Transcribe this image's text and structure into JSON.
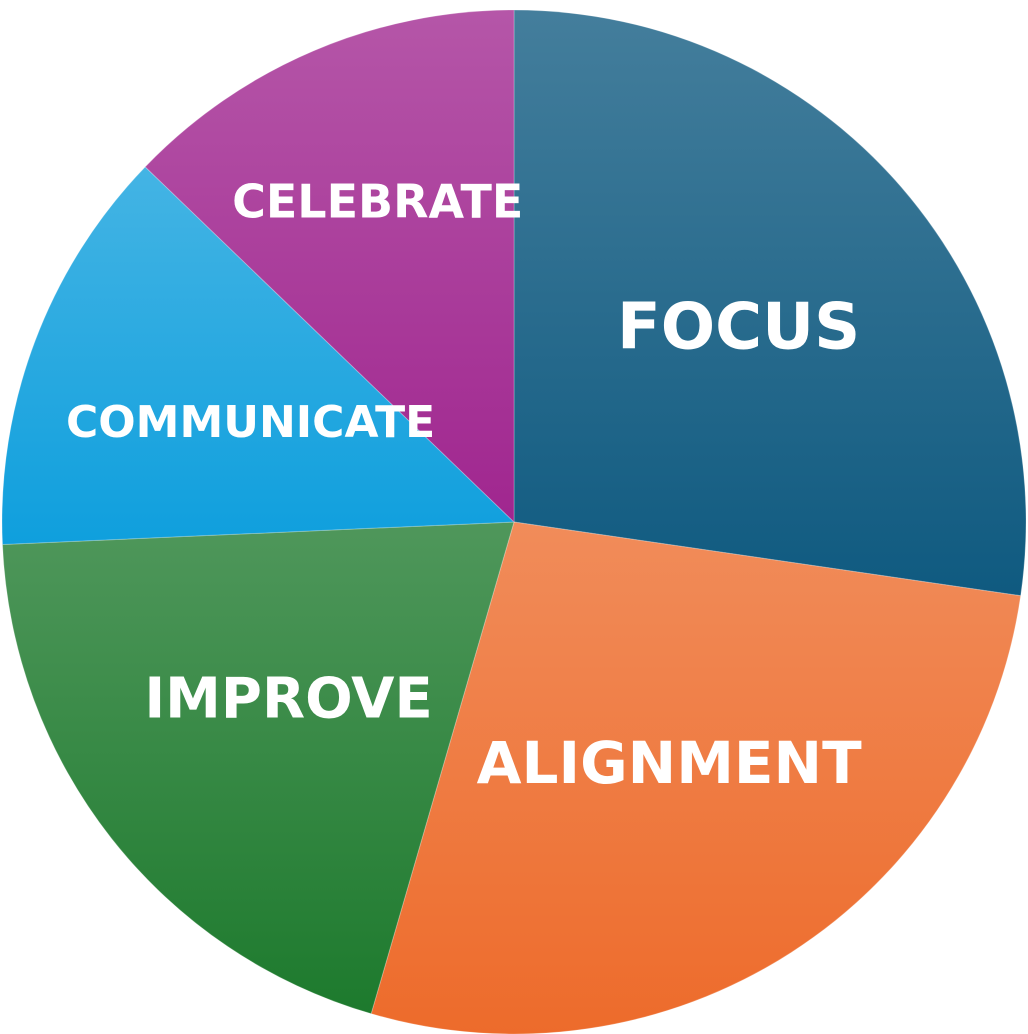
{
  "chart_data": {
    "type": "pie",
    "start_angle_deg": 0,
    "direction": "clockwise",
    "slices": [
      {
        "label": "FOCUS",
        "value": 27.3,
        "color": "#0f5a80"
      },
      {
        "label": "ALIGNMENT",
        "value": 27.2,
        "color": "#ed6b2b"
      },
      {
        "label": "IMPROVE",
        "value": 19.8,
        "color": "#1d7a2d"
      },
      {
        "label": "COMMUNICATE",
        "value": 12.9,
        "color": "#0f9fdd"
      },
      {
        "label": "CELEBRATE",
        "value": 12.8,
        "color": "#a0268f"
      }
    ]
  }
}
